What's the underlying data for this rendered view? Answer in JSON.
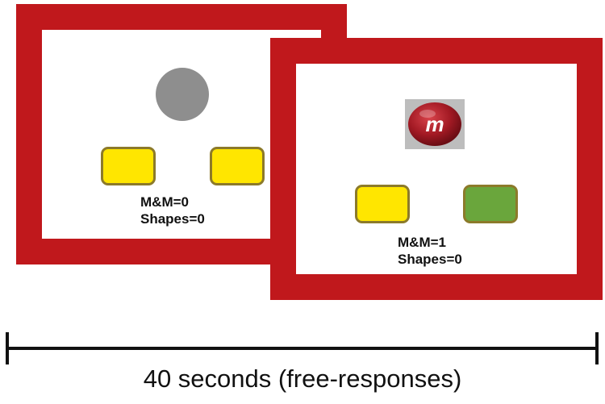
{
  "colors": {
    "frame": "#c0181c",
    "circle": "#8e8e8e",
    "key_yellow": "#ffe600",
    "key_green": "#6aa63c",
    "key_border": "#8c7a2a",
    "candy": "#a31a24",
    "timeline": "#111111"
  },
  "screens": [
    {
      "stimulus": "grey-circle",
      "keys": [
        "yellow",
        "yellow"
      ],
      "counters": {
        "mm": "M&M=0",
        "shapes": "Shapes=0"
      }
    },
    {
      "stimulus": "mm-candy",
      "candy_letter": "m",
      "keys": [
        "yellow",
        "green"
      ],
      "counters": {
        "mm": "M&M=1",
        "shapes": "Shapes=0"
      }
    }
  ],
  "timeline": {
    "label": "40 seconds (free-responses)"
  }
}
